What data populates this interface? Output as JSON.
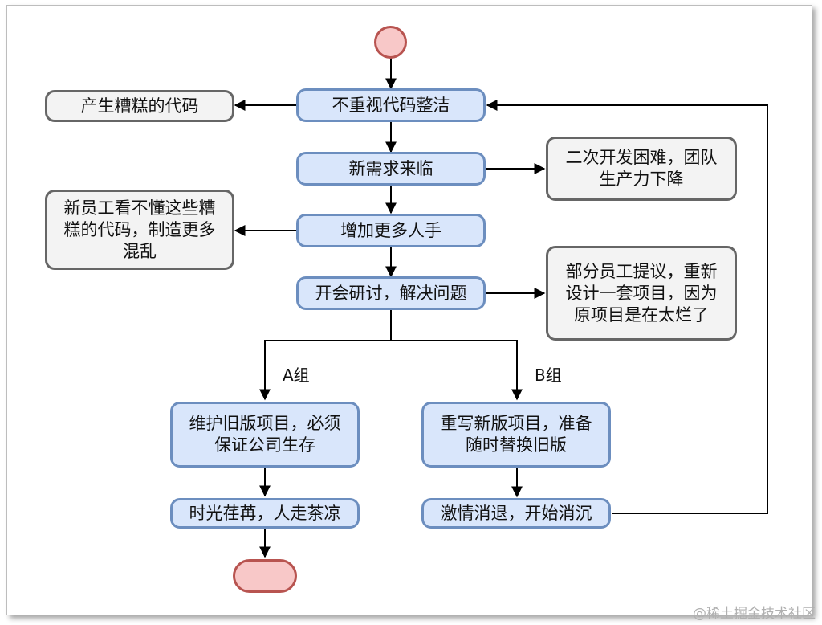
{
  "flowchart": {
    "nodes": {
      "n_neglect": "不重视代码整洁",
      "n_bad_code": "产生糟糕的代码",
      "n_new_req": "新需求来临",
      "n_hard_dev": "二次开发困难，团队\n生产力下降",
      "n_add_people": "增加更多人手",
      "n_newbies": "新员工看不懂这些糟\n糕的代码，制造更多\n混乱",
      "n_meeting": "开会研讨，解决问题",
      "n_redesign": "部分员工提议，重新\n设计一套项目，因为\n原项目是在太烂了",
      "n_maintain_old": "维护旧版项目，必须\n保证公司生存",
      "n_rewrite_new": "重写新版项目，准备\n随时替换旧版",
      "n_time_passes": "时光荏苒，人走茶凉",
      "n_passion_fades": "激情消退，开始消沉"
    },
    "edge_labels": {
      "group_a": "A组",
      "group_b": "B组"
    },
    "edges": [
      [
        "start",
        "n_neglect"
      ],
      [
        "n_neglect",
        "n_bad_code"
      ],
      [
        "n_neglect",
        "n_new_req"
      ],
      [
        "n_new_req",
        "n_hard_dev"
      ],
      [
        "n_new_req",
        "n_add_people"
      ],
      [
        "n_add_people",
        "n_newbies"
      ],
      [
        "n_add_people",
        "n_meeting"
      ],
      [
        "n_meeting",
        "n_redesign"
      ],
      [
        "n_meeting",
        "n_maintain_old",
        "group_a"
      ],
      [
        "n_meeting",
        "n_rewrite_new",
        "group_b"
      ],
      [
        "n_maintain_old",
        "n_time_passes"
      ],
      [
        "n_time_passes",
        "end"
      ],
      [
        "n_rewrite_new",
        "n_passion_fades"
      ],
      [
        "n_passion_fades",
        "n_neglect"
      ]
    ]
  },
  "colors": {
    "process_fill": "#d9e6fb",
    "process_stroke": "#6c8ebf",
    "note_fill": "#f3f3f3",
    "note_stroke": "#666666",
    "terminal_fill": "#f8c8c8",
    "terminal_stroke": "#b85450"
  },
  "watermark": "@稀土掘金技术社区"
}
